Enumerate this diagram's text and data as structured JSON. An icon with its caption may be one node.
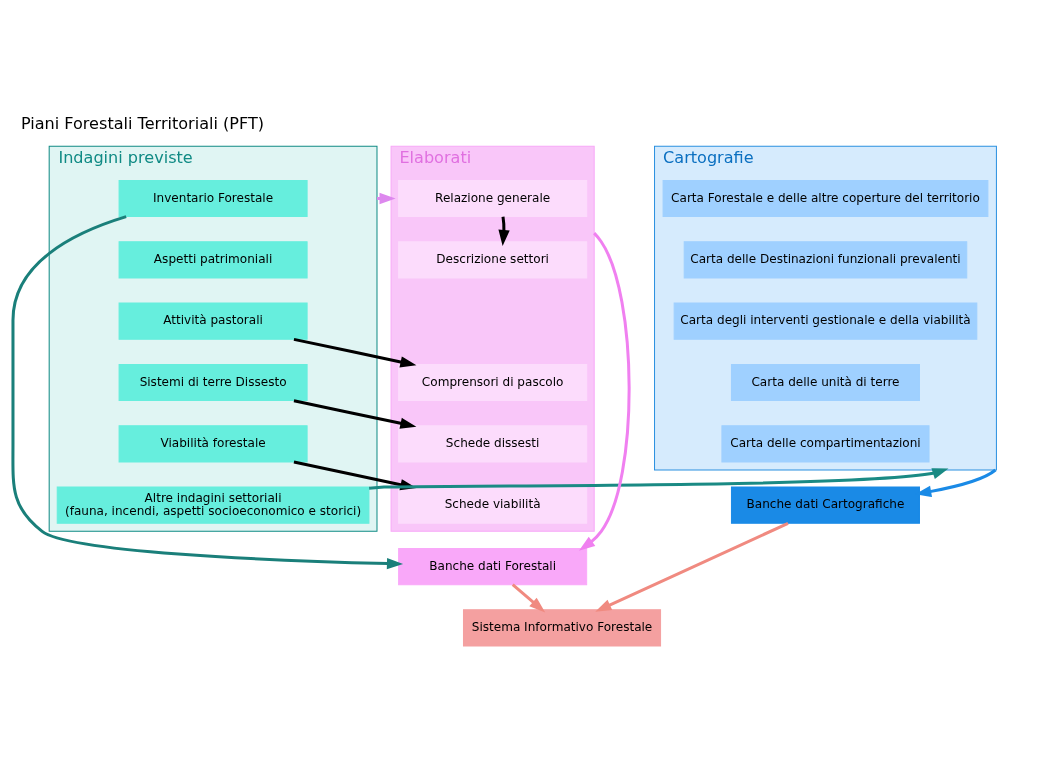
{
  "diagram": {
    "title": "Piani Forestali Territoriali (PFT)",
    "nodes": [
      {
        "text": [
          "Indagini previste"
        ]
      },
      {
        "text": [
          "Inventario Forestale"
        ],
        "in": 0
      },
      {
        "text": [
          "Aspetti patrimoniali"
        ],
        "in": 0
      },
      {
        "text": [
          "Attività pastorali"
        ],
        "in": 0
      },
      {
        "text": [
          "Sistemi di terre Dissesto"
        ],
        "in": 0
      },
      {
        "text": [
          "Viabilità forestale"
        ],
        "in": 0
      },
      {
        "text": [
          "Altre indagini settoriali",
          "(fauna, incendi, aspetti socioeconomico e storici)"
        ],
        "in": 0
      },
      {
        "text": [
          "Elaborati"
        ]
      },
      {
        "text": [
          "Relazione generale"
        ],
        "in": 7
      },
      {
        "text": [
          "Descrizione settori"
        ],
        "in": 7
      },
      {
        "text": [
          "Comprensori di pascolo"
        ],
        "in": 7
      },
      {
        "text": [
          "Schede dissesti"
        ],
        "in": 7
      },
      {
        "text": [
          "Schede viabilità"
        ],
        "in": 7
      },
      {
        "text": [
          "Banche dati Forestali"
        ]
      },
      {
        "text": [
          "Cartografie"
        ]
      },
      {
        "text": [
          "Carta Forestale e delle altre coperture del territorio"
        ],
        "in": 14
      },
      {
        "text": [
          "Carta delle Destinazioni funzionali prevalenti"
        ],
        "in": 14
      },
      {
        "text": [
          "Carta degli interventi gestionale e della viabilità"
        ],
        "in": 14
      },
      {
        "text": [
          "Carta delle unità di terre"
        ],
        "in": 14
      },
      {
        "text": [
          "Carta delle compartimentazioni"
        ],
        "in": 14
      },
      {
        "text": [
          "Banche dati Cartografiche"
        ]
      },
      {
        "text": [
          "Sistema Informativo Forestale"
        ]
      }
    ],
    "edges": [
      {
        "from": 0,
        "to": 7,
        "arrow": "to",
        "color": "#dd88ee"
      },
      {
        "from": 8,
        "to": 9,
        "arrow": "to"
      },
      {
        "from": 3,
        "to": 10,
        "arrow": "to"
      },
      {
        "from": 4,
        "to": 11,
        "arrow": "to"
      },
      {
        "from": 5,
        "to": 12,
        "arrow": "to"
      },
      {
        "from": 1,
        "to": 13,
        "arrow": "to",
        "color": "#1a7f7a"
      },
      {
        "from": 6,
        "to": 14,
        "arrow": "to",
        "color": "#1a8a84"
      },
      {
        "from": 7,
        "to": 13,
        "arrow": "to",
        "color": "#f080f0"
      },
      {
        "from": 14,
        "to": 20,
        "arrow": "to",
        "color": "#1a8ae6"
      },
      {
        "from": 13,
        "to": 21,
        "arrow": "to",
        "color": "#f08a80"
      },
      {
        "from": 20,
        "to": 21,
        "arrow": "to",
        "color": "#f08a80"
      }
    ]
  }
}
